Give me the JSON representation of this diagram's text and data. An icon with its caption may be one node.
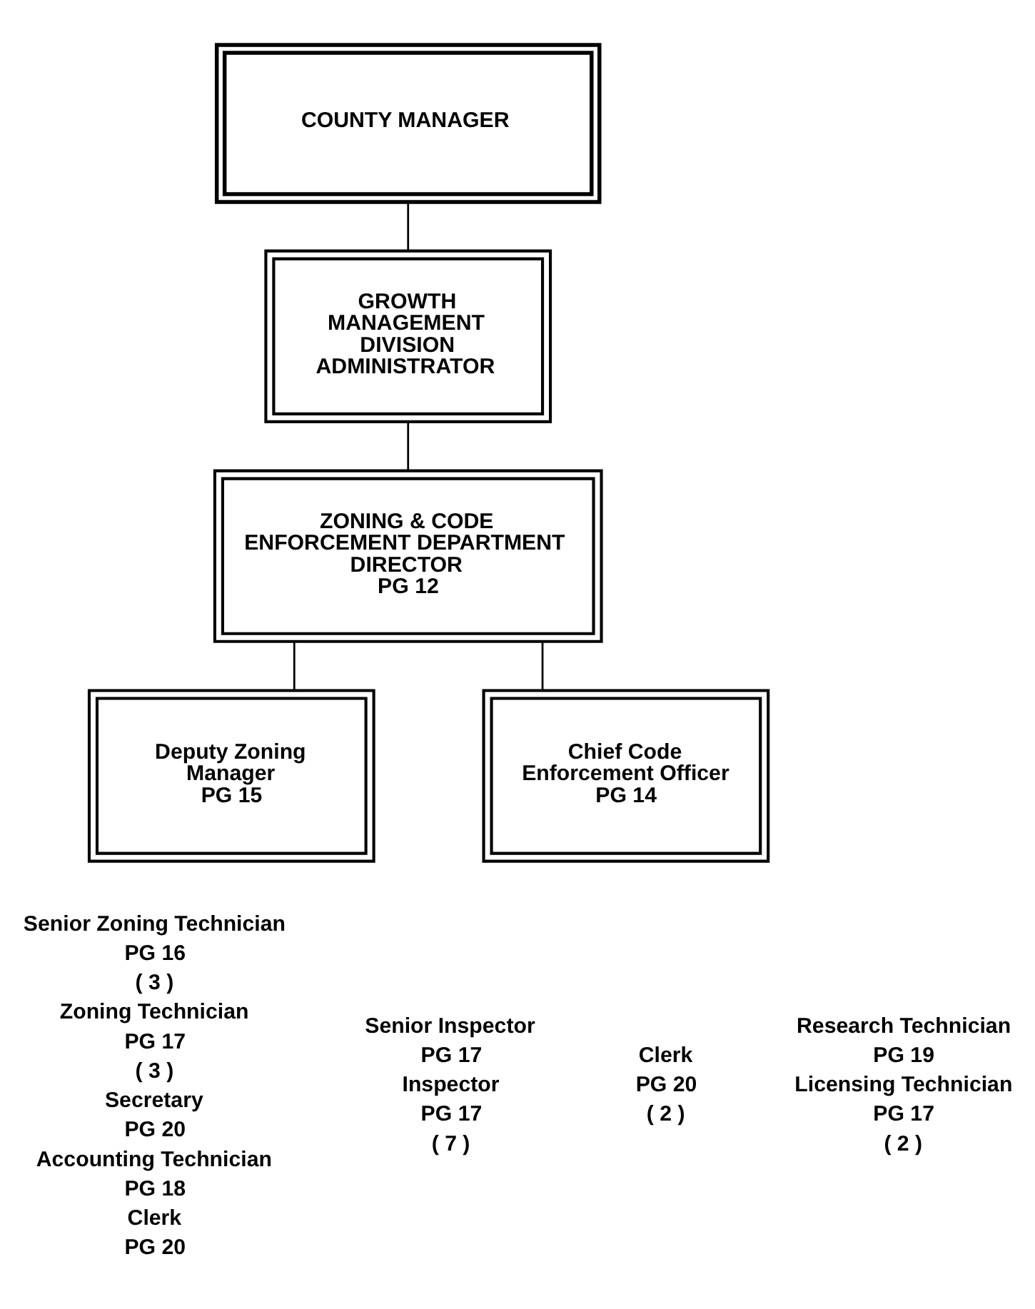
{
  "diagram": {
    "nodes": [
      {
        "text": [
          "COUNTY MANAGER"
        ]
      },
      {
        "text": [
          "GROWTH MANAGEMENT DIVISION ADMINISTRATOR"
        ]
      },
      {
        "text": [
          "ZONING & CODE ENFORCEMENT DEPARTMENT DIRECTOR",
          "PG 12"
        ]
      },
      {
        "text": [
          "Deputy Zoning Manager",
          "PG 15"
        ]
      },
      {
        "text": [
          "Chief Code Enforcement Officer",
          "PG 14"
        ]
      }
    ],
    "edges": [
      {
        "from": 0,
        "to": 1,
        "arrow": "none"
      },
      {
        "from": 1,
        "to": 2,
        "arrow": "none"
      },
      {
        "from": 2,
        "to": 3,
        "arrow": "none"
      },
      {
        "from": 2,
        "to": 4,
        "arrow": "none"
      }
    ],
    "labels": [
      "Senior Zoning Technician",
      "PG 16",
      "( 3 )",
      "Zoning Technician",
      "PG 17",
      "( 3 )",
      "Secretary",
      "PG 20",
      "Accounting Technician",
      "PG 18",
      "Clerk",
      "PG 20",
      "Senior Inspector",
      "PG 17",
      "Inspector",
      "PG 17",
      "( 7 )",
      "Research Technician",
      "PG 19",
      "Licensing Technician",
      "PG 17",
      "( 2 )",
      "Clerk",
      "PG 20",
      "( 2 )"
    ]
  }
}
